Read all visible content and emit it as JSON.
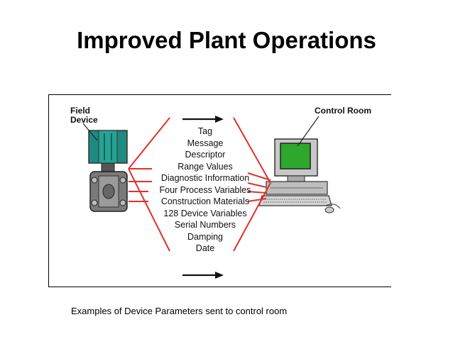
{
  "slide": {
    "title": "Improved Plant Operations",
    "caption": "Examples of Device Parameters sent to control room"
  },
  "diagram": {
    "field_device_label_1": "Field",
    "field_device_label_2": "Device",
    "control_room_label": "Control Room",
    "parameters": [
      "Tag",
      "Message",
      "Descriptor",
      "Range Values",
      "Diagnostic Information",
      "Four Process Variables",
      "Construction Materials",
      "128 Device Variables",
      "Serial Numbers",
      "Damping",
      "Date"
    ]
  }
}
